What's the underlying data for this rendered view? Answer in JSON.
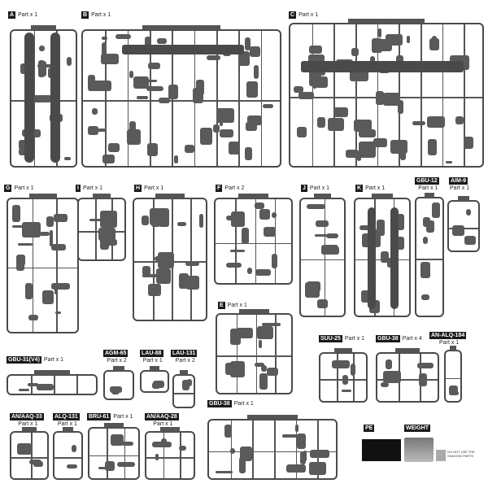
{
  "panels": [
    {
      "code": "A",
      "qty": "Part x 1"
    },
    {
      "code": "B",
      "qty": "Part x 1"
    },
    {
      "code": "C",
      "qty": "Part x 1"
    },
    {
      "code": "G",
      "qty": "Part x 1"
    },
    {
      "code": "I",
      "qty": "Part x 1"
    },
    {
      "code": "H",
      "qty": "Part x 1"
    },
    {
      "code": "F",
      "qty": "Part x 2"
    },
    {
      "code": "E",
      "qty": "Part x 1"
    },
    {
      "code": "J",
      "qty": "Part x 1"
    },
    {
      "code": "K",
      "qty": "Part x 1"
    },
    {
      "code": "GBU-12",
      "qty": "Part x 1"
    },
    {
      "code": "AIM-9",
      "qty": "Part x 1"
    },
    {
      "code": "GBU-31(V4)",
      "qty": "Part x 1"
    },
    {
      "code": "AGM-65",
      "qty": "Part x 2"
    },
    {
      "code": "LAU-88",
      "qty": "Part x 1"
    },
    {
      "code": "LAU-131",
      "qty": "Part x 2"
    },
    {
      "code": "GBU-38",
      "qty": "Part x 1"
    },
    {
      "code": "SUU-25",
      "qty": "Part x 1"
    },
    {
      "code": "GBU-38",
      "qty": "Part x 4"
    },
    {
      "code": "AN-ALQ-184",
      "qty": "Part x 1"
    },
    {
      "code": "AN/AAQ-33",
      "qty": "Part x 1"
    },
    {
      "code": "ALQ-131",
      "qty": "Part x 1"
    },
    {
      "code": "BRU-61",
      "qty": "Part x 1"
    },
    {
      "code": "AN/AAQ-28",
      "qty": "Part x 1"
    }
  ],
  "extras": {
    "pe_label": "PE",
    "weight_label": "WEIGHT",
    "note": "DO NOT USE THE SHADOW PARTS"
  }
}
